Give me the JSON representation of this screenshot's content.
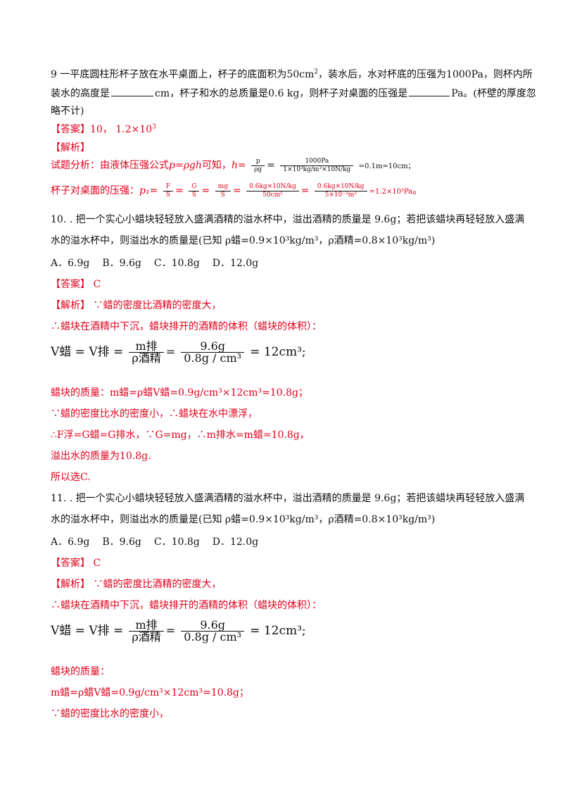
{
  "q9": {
    "line1": "9 一平底圆柱形杯子放在水平桌面上，杯子的底面积为50cm",
    "line1_sup": "2",
    "line1b": "，装水后，水对杯底的压强为1000Pa，则杯内所",
    "line2a": "装水的高度是",
    "line2b": "cm，杯子和水的总质量是0.6 kg，则杯子对桌面的压强是",
    "line2c": "Pa。(杯壁的厚度忽",
    "line3": "略不计)",
    "answer_label": "【答案】",
    "answer": "10，  1.2×10",
    "answer_sup": "3",
    "analysis_label": "【解析】",
    "analysis1a": "试题分析：由液体压强公式",
    "analysis1b": "p=ρgh",
    "analysis1c": "可知，",
    "analysis1d": "h=",
    "frac1_num": "p",
    "frac1_den": "ρg",
    "frac2_num": "1000Pa",
    "frac2_den": "1×10³kg/m³×10N/kg",
    "analysis1e": "=0.1m=10cm；",
    "analysis2a": "杯子对桌面的压强：",
    "analysis2b": "p₁=",
    "f1n": "F",
    "f1d": "S",
    "f2n": "G",
    "f2d": "S",
    "f3n": "mg",
    "f3d": "S",
    "f4n": "0.6kg×10N/kg",
    "f4d": "50cm²",
    "f5n": "0.6kg×10N/kg",
    "f5d": "5×10⁻³m²",
    "analysis2c": "=1.2×10³Pa",
    "analysis2d": "。"
  },
  "q10": {
    "line1": "10. . 把一个实心小蜡块轻轻放入盛满酒精的溢水杯中，溢出酒精的质量是 9.6g；若把该蜡块再轻轻放入盛满",
    "line2": "水的溢水杯中，则溢出水的质量是(已知 ρ蜡=0.9×10³kg/m³，ρ酒精=0.8×10³kg/m³)",
    "options": [
      "A．6.9g",
      "B．9.6g",
      "C．10.8g",
      "D．12.0g"
    ],
    "answer_label": "【答案】",
    "answer": "C",
    "analysis_label": "【解析】",
    "analysis1": "∵蜡的密度比酒精的密度大，",
    "analysis2": "∴蜡块在酒精中下沉，蜡块排开的酒精的体积（蜡块的体积）：",
    "eq_left": "V蜡 = V排 =",
    "eq_num": "m排",
    "eq_den": "ρ酒精",
    "eq_num2": "9.6g",
    "eq_den2": "0.8g / cm³",
    "eq_right": "= 12cm³;",
    "l1": "蜡块的质量：m蜡=ρ蜡V蜡=0.9g/cm³×12cm³=10.8g；",
    "l2": "∵蜡的密度比水的密度小，∴蜡块在水中漂浮，",
    "l3": "∴F浮=G蜡=G排水，∵G=mg，∴m排水=m蜡=10.8g，",
    "l4": "溢出水的质量为10.8g.",
    "l5": "所以选C."
  },
  "q11": {
    "line1": "11. . 把一个实心小蜡块轻轻放入盛满酒精的溢水杯中，溢出酒精的质量是 9.6g；若把该蜡块再轻轻放入盛满",
    "line2": "水的溢水杯中，则溢出水的质量是(已知 ρ蜡=0.9×10³kg/m³，ρ酒精=0.8×10³kg/m³)",
    "options": [
      "A．6.9g",
      "B．9.6g",
      "C．10.8g",
      "D．12.0g"
    ],
    "answer_label": "【答案】",
    "answer": "C",
    "analysis_label": "【解析】",
    "analysis1": "∵蜡的密度比酒精的密度大，",
    "analysis2": "∴蜡块在酒精中下沉，蜡块排开的酒精的体积（蜡块的体积）：",
    "eq_left": "V蜡 = V排 =",
    "eq_num": "m排",
    "eq_den": "ρ酒精",
    "eq_num2": "9.6g",
    "eq_den2": "0.8g / cm³",
    "eq_right": "= 12cm³;",
    "l1": "蜡块的质量：",
    "l2": "m蜡=ρ蜡V蜡=0.9g/cm³×12cm³=10.8g；",
    "l3": "∵蜡的密度比水的密度小，"
  }
}
